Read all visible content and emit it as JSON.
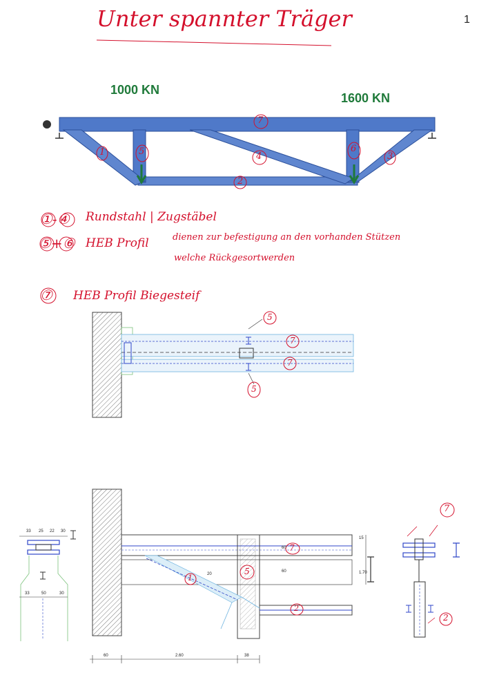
{
  "page": {
    "title": "Unter spannter Träger",
    "page_number": "1"
  },
  "truss": {
    "load_left": "1000 KN",
    "load_right": "1600 KN",
    "member_labels": [
      "1",
      "2",
      "3",
      "4",
      "5",
      "6",
      "7"
    ]
  },
  "notes": [
    {
      "label": "①-④",
      "text": "Rundstahl | Zugstäbel"
    },
    {
      "label": "⑤+⑥",
      "text": "HEB Profil",
      "extra1": "dienen zur befestigung an den vorhanden Stützen",
      "extra2": "welche Rückgesortwerden"
    },
    {
      "label": "⑦",
      "text": "HEB Profil  Biegesteif"
    }
  ],
  "plan_view": {
    "callouts": [
      "5",
      "7",
      "7",
      "5"
    ]
  },
  "section_view": {
    "dims_left_top": [
      "33",
      "25",
      "22",
      "30"
    ],
    "dims_left_bottom": [
      "33",
      "50",
      "30"
    ],
    "dims_bottom": [
      "60",
      "2.60",
      "38"
    ],
    "dims_vertical": [
      "15",
      "1.70"
    ],
    "dims_member": [
      "60",
      "20",
      "60"
    ],
    "callouts": [
      "7",
      "5",
      "1",
      "2"
    ],
    "right_callouts": [
      "7",
      "2"
    ]
  },
  "colors": {
    "beam_blue": "#4f79c9",
    "ink_red": "#d4102c",
    "load_green": "#1f7a3a",
    "drawing_blue": "#2f46c8"
  }
}
